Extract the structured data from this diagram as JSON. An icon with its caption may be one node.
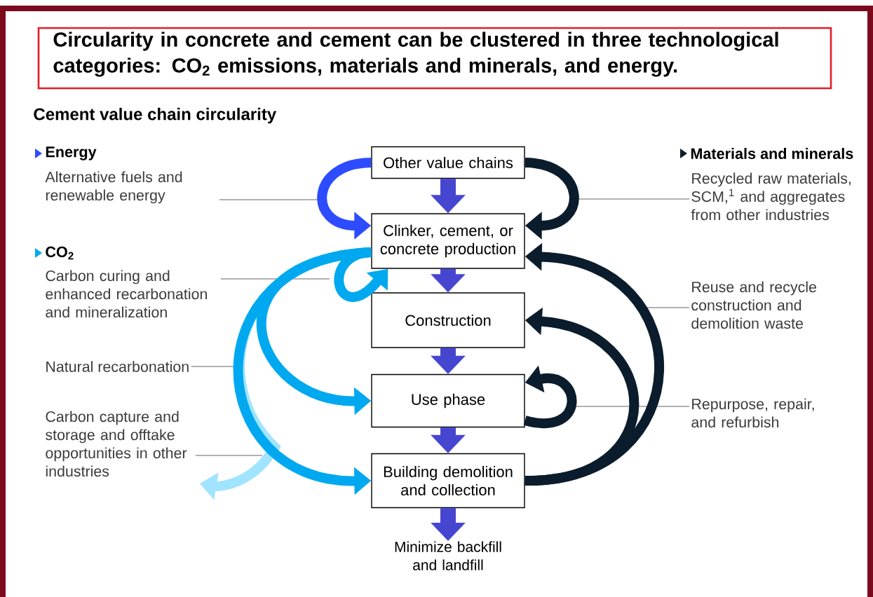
{
  "diagram": {
    "title": "Circularity in concrete and cement can be clustered in three technological categories: CO$_{2}$ emissions, materials and minerals, and energy.",
    "nodes": [
      {
        "text": [
          "Other value chains"
        ]
      },
      {
        "text": [
          "Clinker, cement, or concrete production"
        ]
      },
      {
        "text": [
          "Construction"
        ]
      },
      {
        "text": [
          "Use phase"
        ]
      },
      {
        "text": [
          "Building demolition and collection"
        ]
      },
      {
        "text": [
          "Minimize backfill and landfill"
        ]
      },
      {
        "text": [
          "Alternative fuels and renewable energy"
        ]
      },
      {
        "text": [
          "Carbon curing and enhanced recarbonation and mineralization"
        ]
      },
      {
        "text": [
          "Natural recarbonation"
        ]
      },
      {
        "text": [
          "Carbon capture and storage and offtake opportunities in other industries"
        ]
      },
      {
        "text": [
          "Recycled raw materials, SCM,$^{1}$ and aggregates from other industries"
        ]
      },
      {
        "text": [
          "Reuse and recycle construction and demolition waste"
        ]
      },
      {
        "text": [
          "Repurpose, repair, and refurbish"
        ]
      }
    ],
    "edges": [
      {
        "from": 0,
        "to": 1,
        "arrow": "to",
        "color": "#4646d0"
      },
      {
        "from": 1,
        "to": 2,
        "arrow": "to",
        "color": "#4646d0"
      },
      {
        "from": 2,
        "to": 3,
        "arrow": "to",
        "color": "#4646d0"
      },
      {
        "from": 3,
        "to": 4,
        "arrow": "to",
        "color": "#4646d0"
      },
      {
        "from": 4,
        "to": 5,
        "arrow": "to",
        "color": "#4646d0"
      },
      {
        "from": 0,
        "to": 1,
        "arrow": "to",
        "color": "#2d4cff"
      },
      {
        "from": 0,
        "to": 1,
        "arrow": "to",
        "color": "#0b1c2c"
      },
      {
        "from": 1,
        "to": 1,
        "arrow": "to",
        "color": "#00a9ef"
      },
      {
        "from": 1,
        "to": 3,
        "arrow": "to",
        "color": "#00a9ef"
      },
      {
        "from": 1,
        "to": 4,
        "arrow": "to",
        "color": "#00a9ef"
      },
      {
        "from": 1,
        "to": 9,
        "arrow": "to",
        "color": "#a0e4ff"
      },
      {
        "from": 4,
        "to": 1,
        "arrow": "to",
        "color": "#0b1c2c"
      },
      {
        "from": 4,
        "to": 2,
        "arrow": "to",
        "color": "#0b1c2c"
      },
      {
        "from": 3,
        "to": 3,
        "arrow": "to",
        "color": "#0b1c2c"
      },
      {
        "from": 6,
        "to": null,
        "arrow": "none"
      },
      {
        "from": 7,
        "to": null,
        "arrow": "none"
      },
      {
        "from": 8,
        "to": null,
        "arrow": "none"
      },
      {
        "from": 9,
        "to": null,
        "arrow": "none"
      },
      {
        "from": 10,
        "to": null,
        "arrow": "none"
      },
      {
        "from": 11,
        "to": null,
        "arrow": "none"
      },
      {
        "from": 12,
        "to": null,
        "arrow": "none"
      }
    ],
    "labels": [
      "Cement value chain circularity"
    ],
    "legend": [
      {
        "text": "Energy",
        "color": "#2d4cff"
      },
      {
        "text": "CO$_{2}$",
        "color": "#00a9ef"
      },
      {
        "text": "Materials and minerals",
        "color": "#0b1c2c"
      }
    ]
  }
}
